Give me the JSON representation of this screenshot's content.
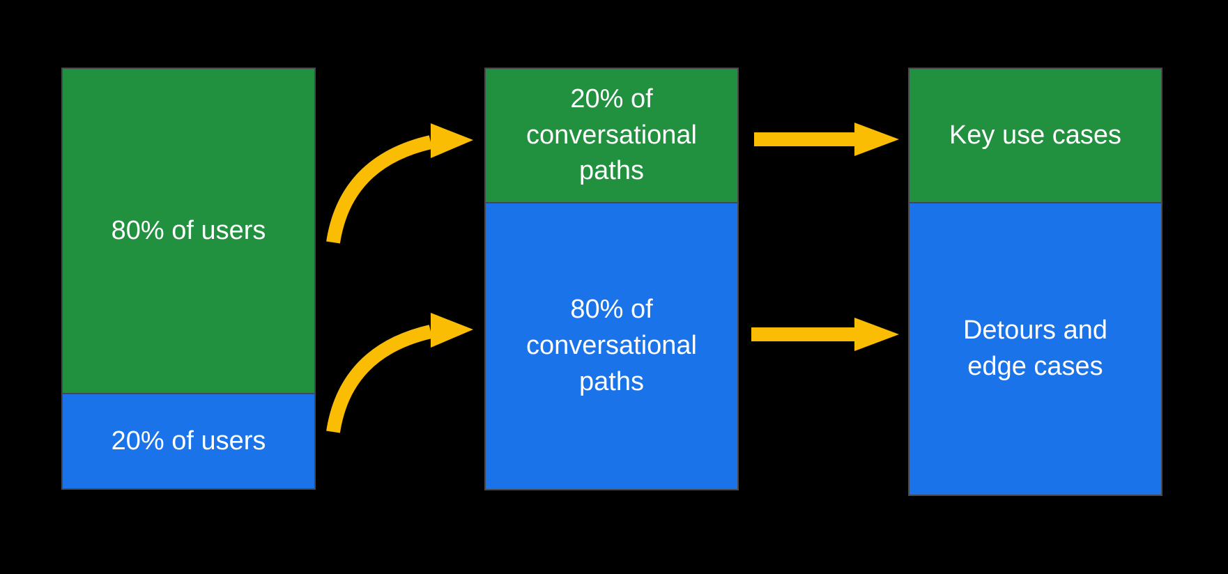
{
  "colors": {
    "background": "#000000",
    "green": "#21903f",
    "blue": "#1a73e8",
    "yellow": "#fbbc04",
    "text": "#ffffff",
    "border": "#47484b"
  },
  "diagram": {
    "columns": [
      {
        "name": "users",
        "segments": [
          {
            "color": "green",
            "label": "80% of users"
          },
          {
            "color": "blue",
            "label": "20% of users"
          }
        ]
      },
      {
        "name": "conversational-paths",
        "segments": [
          {
            "color": "green",
            "label": "20% of\nconversational\npaths"
          },
          {
            "color": "blue",
            "label": "80% of\nconversational\npaths"
          }
        ]
      },
      {
        "name": "use-cases",
        "segments": [
          {
            "color": "green",
            "label": "Key use cases"
          },
          {
            "color": "blue",
            "label": "Detours and\nedge cases"
          }
        ]
      }
    ],
    "arrows": [
      {
        "name": "curved-arrow-top",
        "type": "curved"
      },
      {
        "name": "curved-arrow-bottom",
        "type": "curved"
      },
      {
        "name": "straight-arrow-top",
        "type": "straight"
      },
      {
        "name": "straight-arrow-bottom",
        "type": "straight"
      }
    ]
  }
}
